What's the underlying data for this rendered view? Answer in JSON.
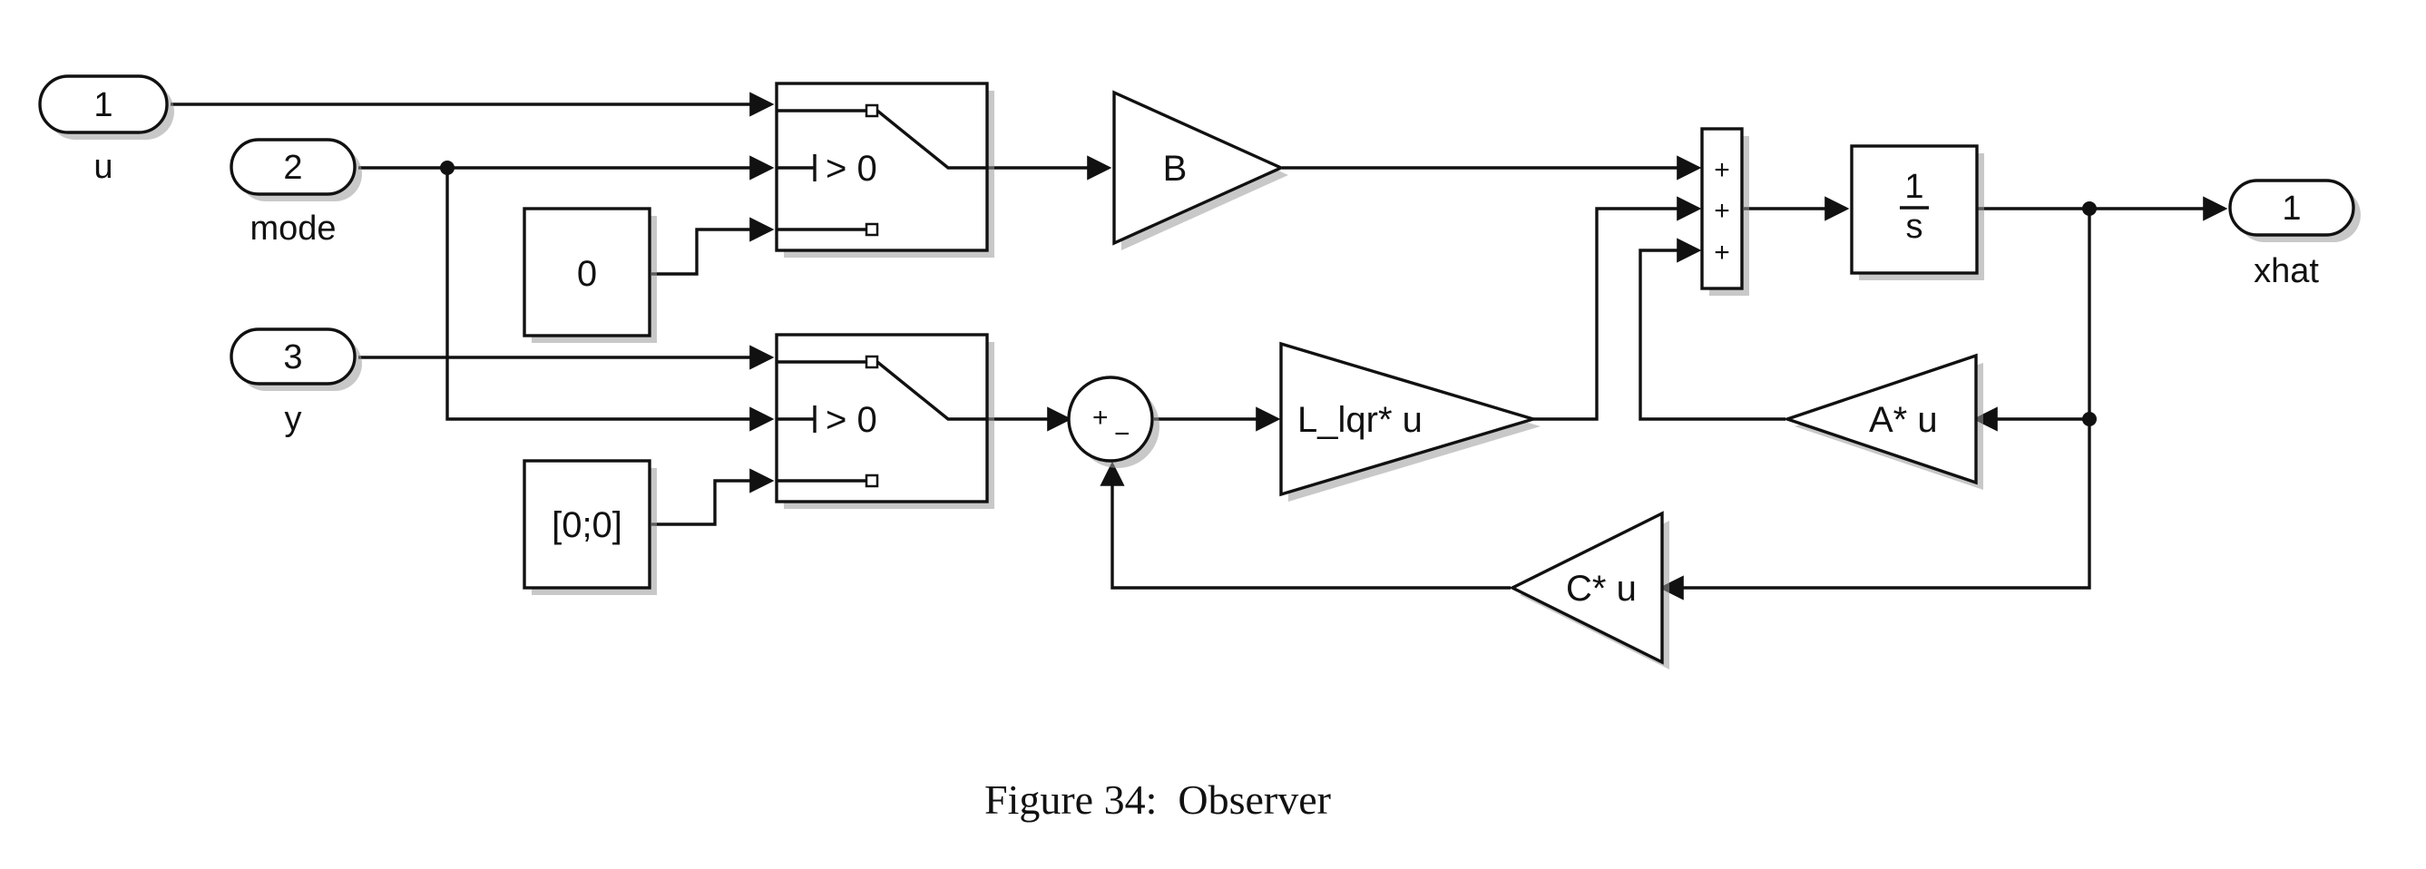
{
  "inports": [
    {
      "number": "1",
      "name": "u"
    },
    {
      "number": "2",
      "name": "mode"
    },
    {
      "number": "3",
      "name": "y"
    }
  ],
  "outport": {
    "number": "1",
    "name": "xhat"
  },
  "constants": {
    "zero": "0",
    "zero_vec": "[0;0]"
  },
  "switches": {
    "upper_threshold": "> 0",
    "lower_threshold": "> 0"
  },
  "gains": {
    "B": "B",
    "L": "L_lqr* u",
    "A": "A* u",
    "C": "C* u"
  },
  "sum3": {
    "signs": [
      "+",
      "+",
      "+"
    ]
  },
  "sum2": {
    "plus": "+",
    "minus": "−"
  },
  "integrator": {
    "numerator": "1",
    "denominator": "s"
  },
  "caption": "Figure 34:  Observer"
}
